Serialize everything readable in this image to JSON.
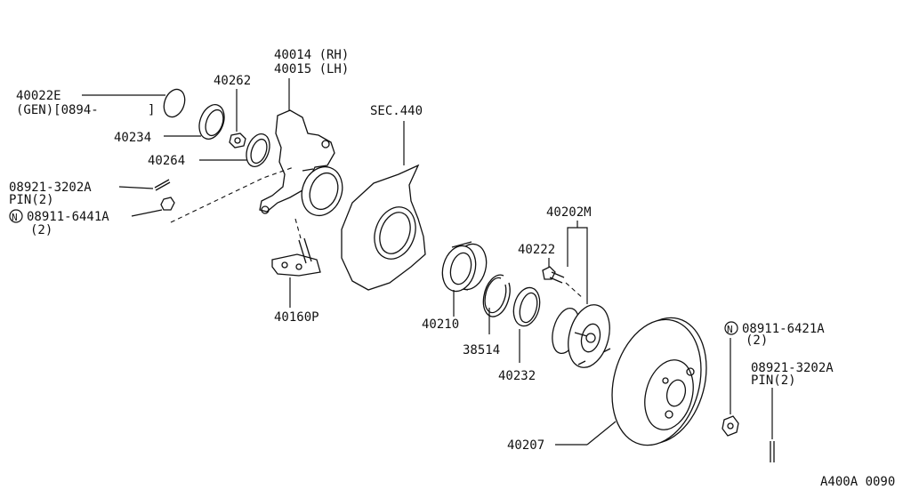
{
  "labels": {
    "l40022e": "40022E",
    "lgen": "(GEN)[0894-",
    "lgen_close": "]",
    "l40262": "40262",
    "l40014": "40014 (RH)",
    "l40015": "40015 (LH)",
    "l40234": "40234",
    "l40264": "40264",
    "l08921a": "08921-3202A",
    "lpin2a": "PIN(2)",
    "l08911a": "08911-6441A",
    "l2a": "(2)",
    "lsec440": "SEC.440",
    "l40202m": "40202M",
    "l40222": "40222",
    "l40160p": "40160P",
    "l40210": "40210",
    "l38514": "38514",
    "l40232": "40232",
    "l08911b": "08911-6421A",
    "l2b": "(2)",
    "l08921b": "08921-3202A",
    "lpin2b": "PIN(2)",
    "l40207": "40207",
    "n_a": "N",
    "n_b": "N",
    "diagram_code": "A400A 0090"
  }
}
